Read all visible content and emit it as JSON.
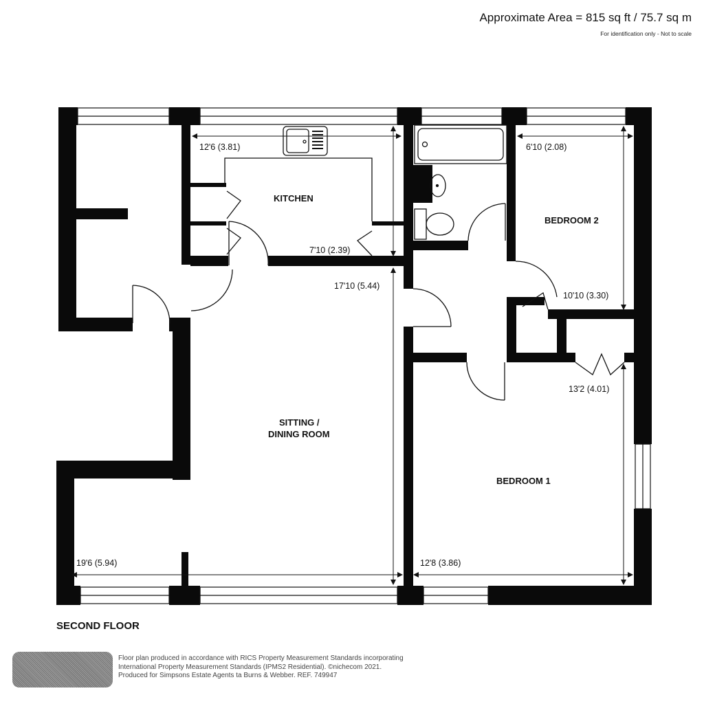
{
  "header": {
    "area": "Approximate Area = 815 sq ft / 75.7 sq m",
    "note": "For identification only - Not to scale"
  },
  "rooms": {
    "kitchen": {
      "name": "KITCHEN",
      "width": "12'6 (3.81)",
      "depth": "7'10 (2.39)"
    },
    "sitting": {
      "name_line1": "SITTING /",
      "name_line2": "DINING ROOM",
      "depth": "17'10 (5.44)",
      "width": "19'6 (5.94)"
    },
    "bedroom2": {
      "name": "BEDROOM 2",
      "width": "6'10 (2.08)",
      "depth": "10'10 (3.30)"
    },
    "bedroom1": {
      "name": "BEDROOM 1",
      "depth": "13'2 (4.01)",
      "width": "12'8 (3.86)"
    }
  },
  "floor": {
    "label": "SECOND FLOOR"
  },
  "footer": {
    "line1": "Floor plan produced in accordance with RICS Property Measurement Standards incorporating",
    "line2": "International Property Measurement Standards (IPMS2 Residential).   ©nichecom 2021.",
    "line3": "Produced for Simpsons Estate Agents ta Burns & Webber.   REF. 749947"
  },
  "colors": {
    "wall": "#0a0a0a",
    "background": "#ffffff",
    "logo": "#8a8a8a"
  }
}
